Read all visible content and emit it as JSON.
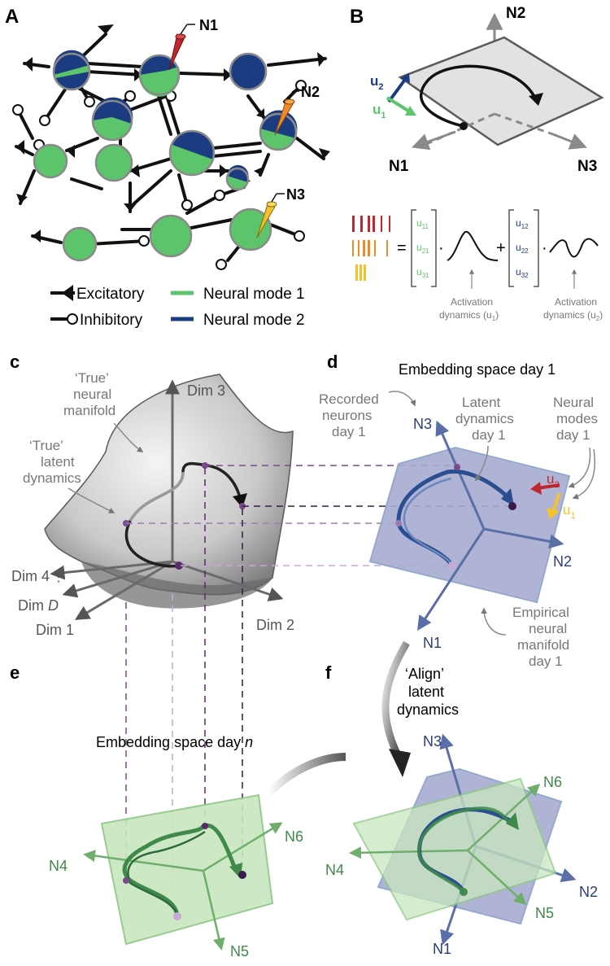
{
  "panels": {
    "A": {
      "letter": "A",
      "electrodes": [
        "N1",
        "N2",
        "N3"
      ],
      "legend": {
        "excitatory": "Excitatory",
        "inhibitory": "Inhibitory",
        "mode1": "Neural mode 1",
        "mode2": "Neural mode 2"
      }
    },
    "B": {
      "letter": "B",
      "axes": [
        "N1",
        "N2",
        "N3"
      ],
      "vectors": {
        "u1": "u",
        "u1_sub": "1",
        "u2": "u",
        "u2_sub": "2"
      },
      "matrix1": {
        "e11": "u",
        "s11": "11",
        "e21": "u",
        "s21": "21",
        "e31": "u",
        "s31": "31"
      },
      "matrix2": {
        "e12": "u",
        "s12": "12",
        "e22": "u",
        "s22": "22",
        "e32": "u",
        "s32": "32"
      },
      "equals": "=",
      "dot": "·",
      "plus": "+",
      "caption1": {
        "line1": "Activation",
        "line2": "dynamics (u",
        "sub": "1",
        "close": ")"
      },
      "caption2": {
        "line1": "Activation",
        "line2": "dynamics (u",
        "sub": "2",
        "close": ")"
      }
    },
    "c": {
      "letter": "c",
      "manifold_label": [
        "‘True’",
        "neural",
        "manifold"
      ],
      "latent_label": [
        "‘True’",
        "latent",
        "dynamics"
      ],
      "axes": {
        "dim1": "Dim 1",
        "dim2": "Dim 2",
        "dim3": "Dim 3",
        "dim4": "Dim 4",
        "dimD_prefix": "Dim ",
        "dimD_var": "D",
        "dots": "⋮"
      }
    },
    "d": {
      "letter": "d",
      "title": "Embedding space day 1",
      "recorded_label": [
        "Recorded",
        "neurons",
        "day 1"
      ],
      "latent_label": [
        "Latent",
        "dynamics",
        "day 1"
      ],
      "modes_label": [
        "Neural",
        "modes",
        "day 1"
      ],
      "empirical_label": [
        "Empirical",
        "neural",
        "manifold",
        "day 1"
      ],
      "axes": [
        "N1",
        "N2",
        "N3"
      ],
      "u1": "u",
      "u1_sub": "1",
      "u2": "u",
      "u2_sub": "2"
    },
    "e": {
      "letter": "e",
      "title_prefix": "Embedding space day ",
      "title_var": "n",
      "axes": [
        "N4",
        "N5",
        "N6"
      ]
    },
    "f": {
      "letter": "f",
      "align_label": [
        "‘Align’",
        "latent",
        "dynamics"
      ],
      "axes": [
        "N1",
        "N2",
        "N3",
        "N4",
        "N5",
        "N6"
      ]
    }
  },
  "colors": {
    "mode1": "#5cc46a",
    "mode2": "#1b3c80",
    "excitatory": "#111111",
    "electrode1": "#c0262d",
    "electrode2": "#f08a24",
    "electrode3": "#f2c22c",
    "day1_plane": "#a8acd0",
    "dayn_plane": "#c8e6be",
    "day1_axis": "#3b5b96",
    "dayn_axis": "#3f8a4a",
    "purple_point": "#5a2a6a"
  }
}
